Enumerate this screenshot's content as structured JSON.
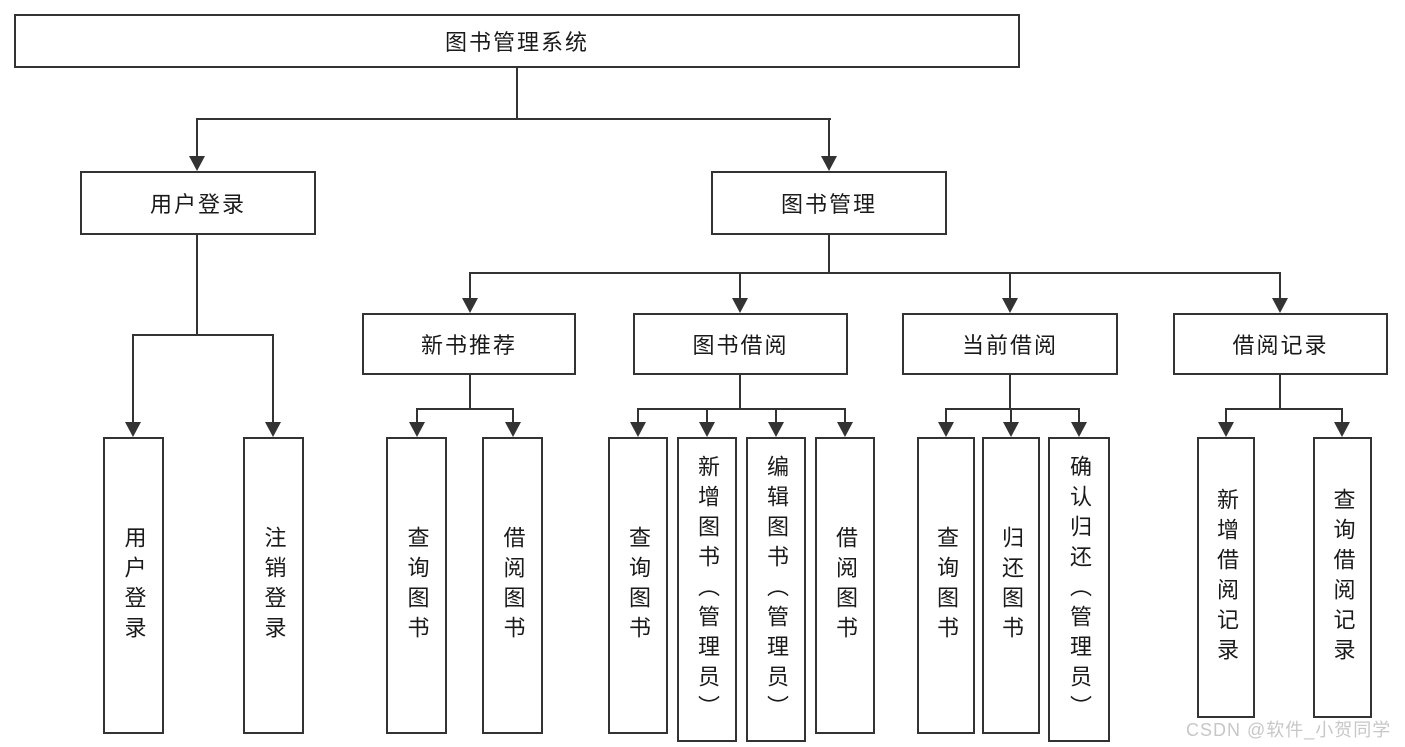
{
  "diagram": {
    "type": "hierarchy-tree",
    "title": "图书管理系统",
    "hierarchy": {
      "root": {
        "label": "图书管理系统"
      },
      "level2": [
        {
          "label": "用户登录",
          "children": [
            {
              "label": "用户登录"
            },
            {
              "label": "注销登录"
            }
          ]
        },
        {
          "label": "图书管理",
          "children": [
            {
              "label": "新书推荐",
              "children": [
                {
                  "label": "查询图书"
                },
                {
                  "label": "借阅图书"
                }
              ]
            },
            {
              "label": "图书借阅",
              "children": [
                {
                  "label": "查询图书"
                },
                {
                  "label": "新增图书（管理员）"
                },
                {
                  "label": "编辑图书（管理员）"
                },
                {
                  "label": "借阅图书"
                }
              ]
            },
            {
              "label": "当前借阅",
              "children": [
                {
                  "label": "查询图书"
                },
                {
                  "label": "归还图书"
                },
                {
                  "label": "确认归还（管理员）"
                }
              ]
            },
            {
              "label": "借阅记录",
              "children": [
                {
                  "label": "新增借阅记录"
                },
                {
                  "label": "查询借阅记录"
                }
              ]
            }
          ]
        }
      ]
    },
    "watermark": {
      "text": "CSDN @软件_小贺同学"
    },
    "colors": {
      "line": "#333333",
      "box_border": "#333333",
      "text": "#1a1a1a",
      "background": "#ffffff",
      "watermark": "#c7c7c7"
    }
  }
}
